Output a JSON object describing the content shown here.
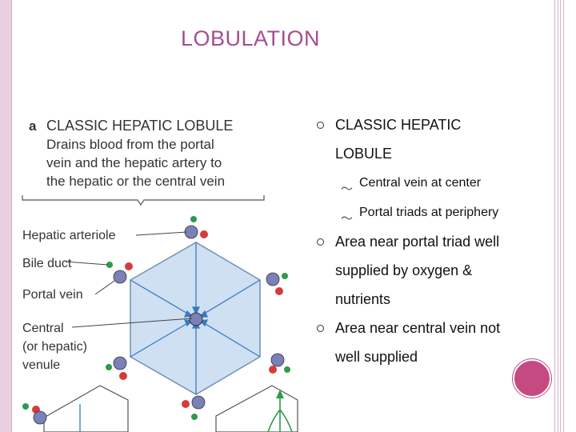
{
  "title": "LOBULATION",
  "figure": {
    "caption_letter": "a",
    "caption_title": "CLASSIC HEPATIC LOBULE",
    "caption_lines": [
      "Drains blood from the portal",
      "vein and the hepatic artery to",
      "the hepatic or the central vein"
    ],
    "labels": [
      "Hepatic arteriole",
      "Bile duct",
      "Portal vein",
      "Central",
      "(or hepatic)",
      "venule"
    ]
  },
  "bullets": [
    {
      "text_lines": [
        "CLASSIC HEPATIC",
        "LOBULE"
      ],
      "sub": [
        "Central vein at center",
        "Portal triads at periphery"
      ]
    },
    {
      "text_lines": [
        "Area near portal triad well",
        "supplied by oxygen &",
        "nutrients"
      ],
      "sub": []
    },
    {
      "text_lines": [
        "Area near central vein not",
        "well supplied"
      ],
      "sub": []
    }
  ],
  "colors": {
    "title": "#a44e8f",
    "accent_dot": "#c54a82",
    "lobule_fill": "#cfe0f3",
    "arrow": "#3a78c0"
  },
  "icons": {
    "bullet": "hollow-circle-icon",
    "sub_bullet": "wave-dash-icon"
  }
}
